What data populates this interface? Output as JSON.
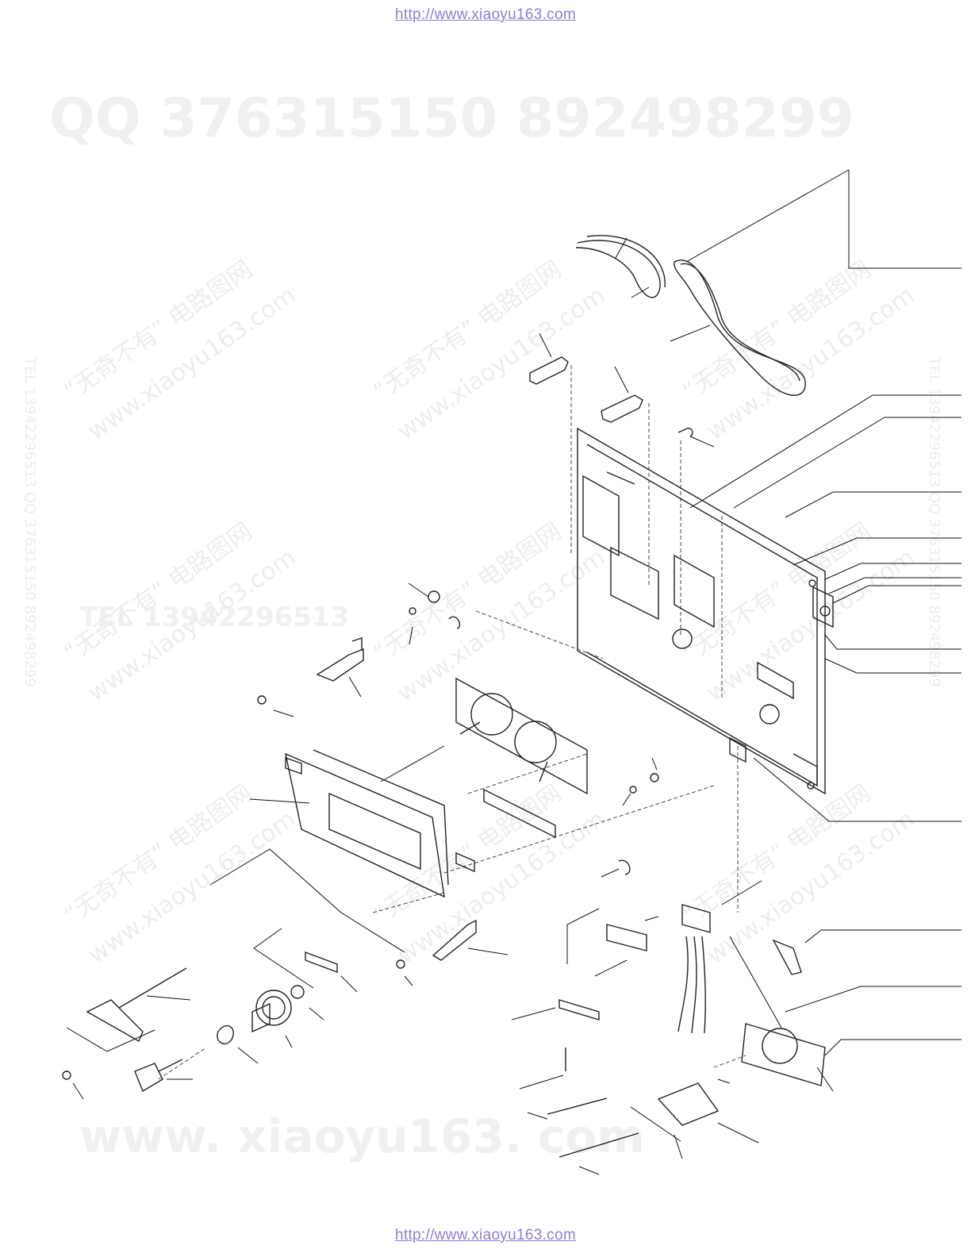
{
  "header": {
    "url": "http://www.xiaoyu163.com"
  },
  "footer": {
    "url": "http://www.xiaoyu163.com"
  },
  "watermarks": {
    "qq_line": "QQ 376315150     892498299",
    "tel_line": "TEL 13942296513",
    "site_line": "www. xiaoyu163. com",
    "stamp_cn": "“无奇不有” 电路图网",
    "stamp_site": "www.xiaoyu163.com",
    "side_text": "TEL 13942296513 QQ 376315150 892498299"
  }
}
